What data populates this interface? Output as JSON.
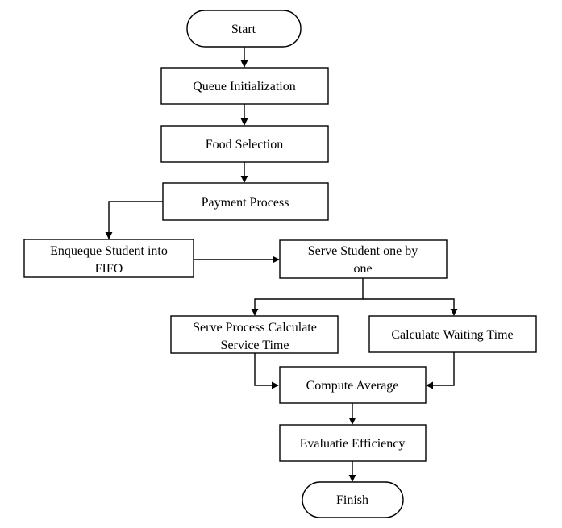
{
  "nodes": {
    "start": "Start",
    "queue_init": "Queue Initialization",
    "food_selection": "Food Selection",
    "payment": "Payment Process",
    "enqueue": [
      "Enqueque Student into",
      "FIFO"
    ],
    "serve_one": [
      "Serve Student one by",
      "one"
    ],
    "serve_process": [
      "Serve Process Calculate",
      "Service Time"
    ],
    "waiting_time": "Calculate Waiting Time",
    "compute_avg": "Compute Average",
    "evaluate": "Evaluatie Efficiency",
    "finish": "Finish"
  },
  "colors": {
    "stroke": "#000000",
    "fill": "#ffffff"
  }
}
